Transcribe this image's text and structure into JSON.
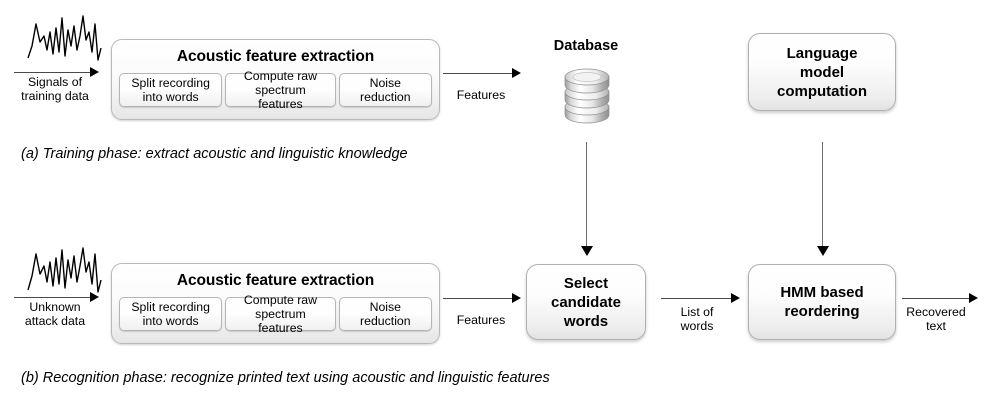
{
  "diagram": {
    "title_a": "(a) Training phase: extract acoustic and linguistic knowledge",
    "title_b": "(b) Recognition phase: recognize printed text using acoustic and linguistic features"
  },
  "colors": {
    "box_border": "#b0b0b0",
    "box_fill_top": "#ffffff",
    "box_fill_bottom": "#e3e3e3",
    "arrow": "#000000",
    "text": "#000000"
  },
  "training": {
    "waveform_icon": "waveform-icon",
    "input_label": "Signals of\ntraining data",
    "acoustic_box": {
      "title": "Acoustic feature extraction",
      "steps": [
        "Split recording\ninto words",
        "Compute raw\nspectrum features",
        "Noise reduction"
      ]
    },
    "features_label": "Features",
    "database": {
      "title": "Database",
      "icon": "database-cylinder-icon"
    },
    "language_model": "Language\nmodel\ncomputation"
  },
  "recognition": {
    "waveform_icon": "waveform-icon",
    "input_label": "Unknown\nattack data",
    "acoustic_box": {
      "title": "Acoustic feature extraction",
      "steps": [
        "Split recording\ninto words",
        "Compute raw\nspectrum features",
        "Noise reduction"
      ]
    },
    "features_label": "Features",
    "select_words": "Select\ncandidate\nwords",
    "list_of_words_label": "List of\nwords",
    "hmm": "HMM based\nreordering",
    "output_label": "Recovered\ntext"
  }
}
